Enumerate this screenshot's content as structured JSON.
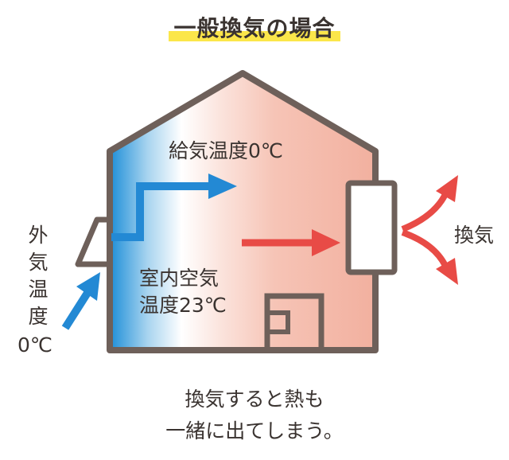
{
  "title": "一般換気の場合",
  "labels": {
    "supply_temp": "給気温度0℃",
    "indoor_line1": "室内空気",
    "indoor_line2": "温度23℃",
    "outdoor_chars": [
      "外",
      "気",
      "温",
      "度"
    ],
    "outdoor_value": "0℃",
    "ventilation": "換気"
  },
  "caption": {
    "line1": "換気すると熱も",
    "line2": "一緒に出てしまう。"
  },
  "colors": {
    "outline": "#6e605a",
    "cold_blue": "#2389d4",
    "warm_red": "#e84b46",
    "room_warm": "#f3b6a6",
    "title_highlight": "#fbe64a"
  }
}
